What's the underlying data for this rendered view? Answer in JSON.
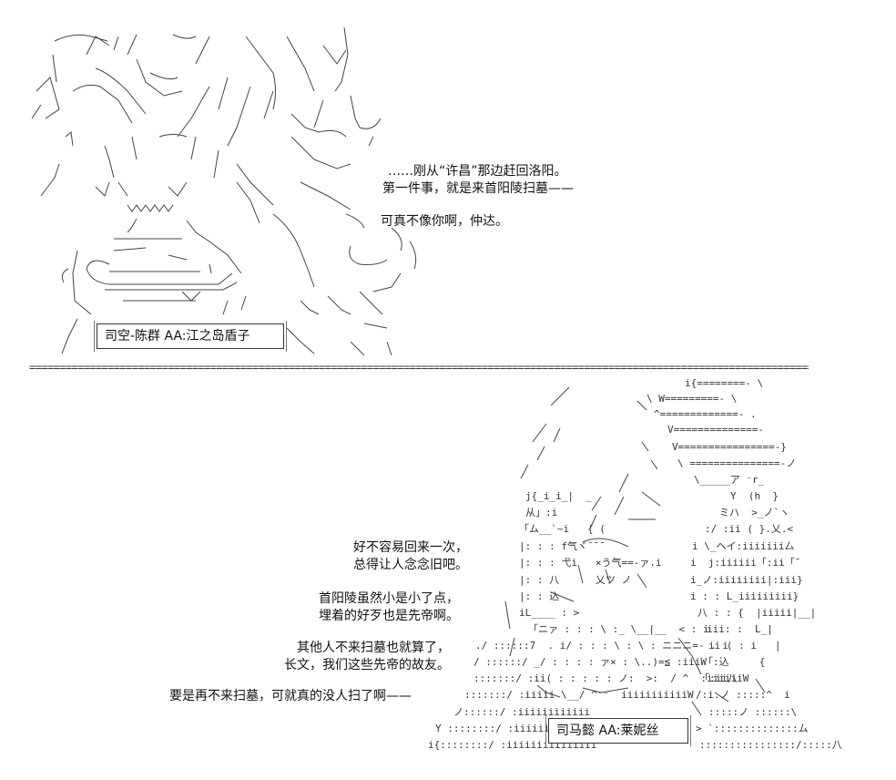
{
  "panel_top": {
    "speech": [
      "……刚从“许昌”那边赶回洛阳。",
      "第一件事，就是来首阳陵扫墓——",
      "可真不像你啊，仲达。"
    ],
    "caption": "司空-陈群 AA:江之岛盾子"
  },
  "divider": "==============================================================================================================================================================================",
  "panel_bottom": {
    "speech": [
      "好不容易回来一次，",
      "总得让人念念旧吧。",
      "首阳陵虽然小是小了点，",
      "埋着的好歹也是先帝啊。",
      "其他人不来扫墓也就算了，",
      "长文，我们这些先帝的故友。",
      "要是再不来扫墓，可就真的没人扫了啊——"
    ],
    "caption": "司马懿 AA:莱妮丝",
    "ascii_fragments": [
      "i{========- \\",
      "\\ W=========- \\",
      "^=============- .",
      "V==============-",
      "V================-}",
      "\\ ===============-ノ",
      "\\_____ア ⁻r_",
      "Y  (h  }",
      "ミハ  >_ノ`ヽ",
      ":/ :ii ( }.乂.<",
      "i \\_ヘイ:iiiiiii厶",
      "i  j:iiiiii「:ii「¯",
      "i_ノ:iiiiiiii|:iii}",
      "i : : L_iiiiiiiii}",
      "八 : : {  |iiiii|__|",
      "iii: :  L_|",
      "ii ( : i   |",
      "「:込     {",
      "「:ii八",
      "/:i.ノ :::::^  i",
      ":::::ノ ::::::\\",
      "> `::::::::::::::ム",
      "::::::::::::::::/:::::八",
      "j{_i_i_|  _",
      "从」:i",
      "「ム__`~i   { (",
      "|: : : f气ヾ¯¯¯",
      "|: : : 弋i   ×う气==-ァ.i",
      "|: : 八      乂ツ ノ",
      "|: : 込",
      "iL____ : >",
      "「ニァ : : : \\ :_ \\__|__  < : i",
      "./ ::::::7  . i/ : : : \\ : \\ : ニニニ=- . i",
      "/ ::::::/ _/ : : : : ァ× : \\..)=≦ :iiiW",
      ":::::::/ :ii( : : : : : ノ:  >:  / ^  :iiiiiiW",
      ":::::::/ :iiiii \\__/ ^⁻⁻  iiiiiiiiiiiW",
      "ノ::::::/ :iiiiiiiiiiii",
      "Y ::::::::/ :iiiiiiiiiiiiii",
      "i{::::::::/ :iiiiiiiiiiiiiii"
    ]
  }
}
